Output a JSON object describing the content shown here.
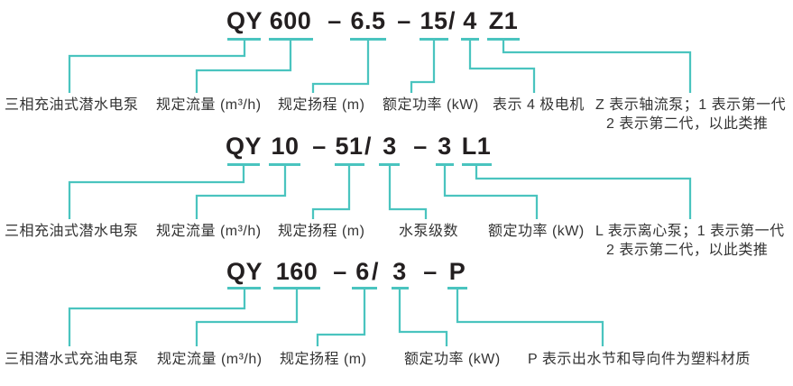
{
  "colors": {
    "accent": "#4ac4bf",
    "title_text": "#231f20",
    "label_text": "#343434"
  },
  "blocks": [
    {
      "model": "QY 600 – 6.5 – 15 / 4 Z1",
      "parts": [
        "QY",
        "600",
        "–",
        "6.5",
        "–",
        "15",
        "/",
        "4",
        "Z1"
      ],
      "labels": [
        {
          "text": "三相充油式潜水电泵"
        },
        {
          "text": "规定流量 (m³/h)"
        },
        {
          "text": "规定扬程 (m)"
        },
        {
          "text": "额定功率 (kW)"
        },
        {
          "text": "表示 4 极电机"
        },
        {
          "text": "Z 表示轴流泵；1 表示第一代",
          "text2": "2 表示第二代，以此类推"
        }
      ]
    },
    {
      "model": "QY 10 – 51/3 – 3 L1",
      "parts": [
        "QY",
        "10",
        "–",
        "51",
        "/",
        "3",
        "–",
        "3",
        "L1"
      ],
      "labels": [
        {
          "text": "三相充油式潜水电泵"
        },
        {
          "text": "规定流量 (m³/h)"
        },
        {
          "text": "规定扬程 (m)"
        },
        {
          "text": "水泵级数"
        },
        {
          "text": "额定功率 (kW)"
        },
        {
          "text": "L 表示离心泵；1 表示第一代",
          "text2": "2 表示第二代，以此类推"
        }
      ]
    },
    {
      "model": "QY 160 – 6/3 – P",
      "parts": [
        "QY",
        "160",
        "–",
        "6",
        "/",
        "3",
        "–",
        "P"
      ],
      "labels": [
        {
          "text": "三相潜水式充油电泵"
        },
        {
          "text": "规定流量 (m³/h)"
        },
        {
          "text": "规定扬程 (m)"
        },
        {
          "text": "额定功率 (kW)"
        },
        {
          "text": "P 表示出水节和导向件为塑料材质"
        }
      ]
    }
  ]
}
